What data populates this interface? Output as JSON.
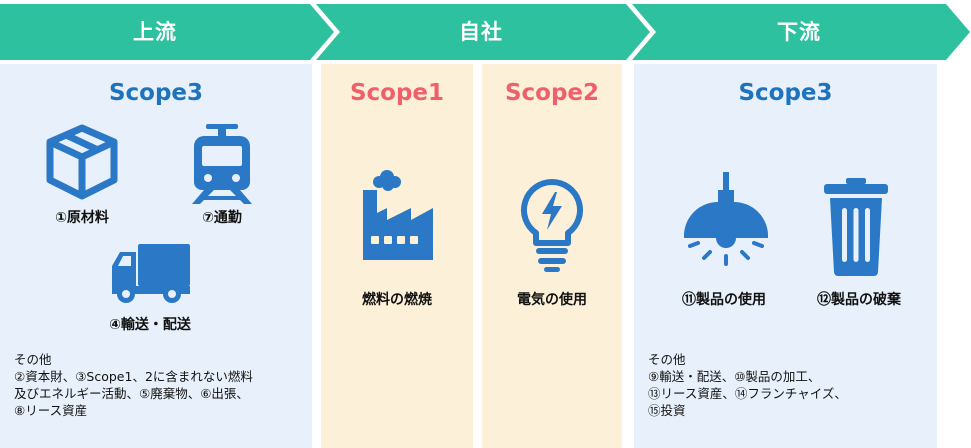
{
  "header": {
    "upstream": "上流",
    "company": "自社",
    "downstream": "下流"
  },
  "upstream": {
    "scope": "Scope3",
    "items": [
      "①原材料",
      "⑦通勤",
      "④輸送・配送"
    ],
    "note_lines": [
      "その他",
      "②資本財、③Scope1、2に含まれない燃料",
      "及びエネルギー活動、⑤廃棄物、⑥出張、",
      "⑧リース資産"
    ]
  },
  "scope1": {
    "scope": "Scope1",
    "item": "燃料の燃焼"
  },
  "scope2": {
    "scope": "Scope2",
    "item": "電気の使用"
  },
  "downstream": {
    "scope": "Scope3",
    "items": [
      "⑪製品の使用",
      "⑫製品の破棄"
    ],
    "note_lines": [
      "その他",
      "⑨輸送・配送、⑩製品の加工、",
      "⑬リース資産、⑭フランチャイズ、",
      "⑮投資"
    ]
  },
  "colors": {
    "arrow": "#2ec1a0",
    "blue_panel": "#e8f1fb",
    "orange_panel": "#fdf0d8",
    "scope3_text": "#1e73be",
    "scope12_text": "#f0606a",
    "icon": "#2a78c6"
  },
  "icons": [
    "box-icon",
    "train-icon",
    "truck-icon",
    "factory-icon",
    "lightbulb-icon",
    "pendant-lamp-icon",
    "trash-can-icon"
  ]
}
